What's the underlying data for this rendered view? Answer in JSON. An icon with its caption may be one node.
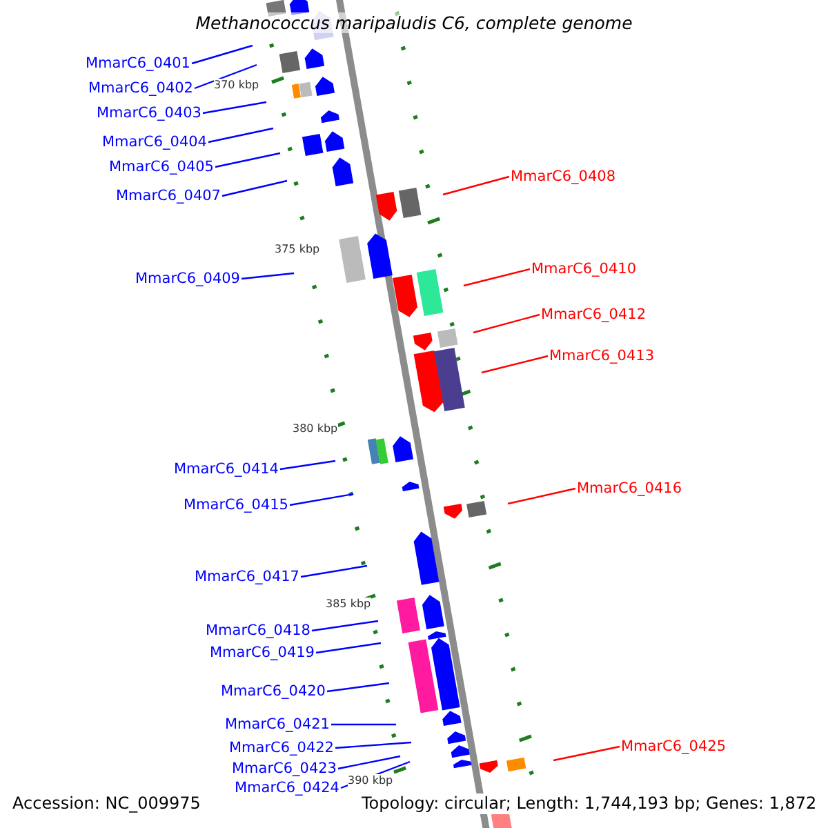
{
  "diagram": {
    "title": "Methanococcus maripaludis C6, complete genome",
    "nodes": [
      {
        "text": [
          "MmarC6_0401"
        ]
      },
      {
        "text": [
          "MmarC6_0402"
        ]
      },
      {
        "text": [
          "MmarC6_0403"
        ]
      },
      {
        "text": [
          "MmarC6_0404"
        ]
      },
      {
        "text": [
          "MmarC6_0405"
        ]
      },
      {
        "text": [
          "MmarC6_0408"
        ]
      },
      {
        "text": [
          "MmarC6_0407"
        ]
      },
      {
        "text": [
          "MmarC6_0410"
        ]
      },
      {
        "text": [
          "MmarC6_0409"
        ]
      },
      {
        "text": [
          "MmarC6_0412"
        ]
      },
      {
        "text": [
          "MmarC6_0413"
        ]
      },
      {
        "text": [
          "MmarC6_0414"
        ]
      },
      {
        "text": [
          "MmarC6_0416"
        ]
      },
      {
        "text": [
          "MmarC6_0415"
        ]
      },
      {
        "text": [
          "MmarC6_0417"
        ]
      },
      {
        "text": [
          "MmarC6_0418"
        ]
      },
      {
        "text": [
          "MmarC6_0419"
        ]
      },
      {
        "text": [
          "MmarC6_0420"
        ]
      },
      {
        "text": [
          "MmarC6_0421"
        ]
      },
      {
        "text": [
          "MmarC6_0425"
        ]
      },
      {
        "text": [
          "MmarC6_0422"
        ]
      },
      {
        "text": [
          "MmarC6_0423"
        ]
      },
      {
        "text": [
          "MmarC6_0424"
        ]
      }
    ],
    "edges": [
      {
        "from": 0,
        "to": null,
        "arrow": "none"
      },
      {
        "from": 1,
        "to": null,
        "arrow": "none"
      },
      {
        "from": 2,
        "to": null,
        "arrow": "none"
      },
      {
        "from": 3,
        "to": null,
        "arrow": "none"
      },
      {
        "from": 4,
        "to": null,
        "arrow": "none"
      },
      {
        "from": 5,
        "to": null,
        "arrow": "none",
        "color": "#ff0000"
      },
      {
        "from": 6,
        "to": null,
        "arrow": "none"
      },
      {
        "from": 7,
        "to": null,
        "arrow": "none",
        "color": "#ff0000"
      },
      {
        "from": 8,
        "to": null,
        "arrow": "none"
      },
      {
        "from": 9,
        "to": null,
        "arrow": "none",
        "color": "#ff0000"
      },
      {
        "from": 10,
        "to": null,
        "arrow": "none",
        "color": "#ff0000"
      },
      {
        "from": 11,
        "to": null,
        "arrow": "none"
      },
      {
        "from": 12,
        "to": null,
        "arrow": "none",
        "color": "#ff0000"
      },
      {
        "from": 13,
        "to": null,
        "arrow": "none"
      },
      {
        "from": 14,
        "to": null,
        "arrow": "none"
      },
      {
        "from": 15,
        "to": null,
        "arrow": "none"
      },
      {
        "from": 16,
        "to": null,
        "arrow": "none"
      },
      {
        "from": 17,
        "to": null,
        "arrow": "none"
      },
      {
        "from": 18,
        "to": null,
        "arrow": "none"
      },
      {
        "from": 19,
        "to": null,
        "arrow": "none",
        "color": "#ff0000"
      },
      {
        "from": 20,
        "to": null,
        "arrow": "none"
      },
      {
        "from": 21,
        "to": null,
        "arrow": "none"
      },
      {
        "from": 22,
        "to": null,
        "arrow": "none"
      }
    ],
    "labels": [
      "370 kbp",
      "375 kbp",
      "380 kbp",
      "385 kbp",
      "390 kbp",
      "Accession: NC_009975",
      "Topology: circular; Length: 1,744,193 bp; Genes: 1,872"
    ]
  }
}
